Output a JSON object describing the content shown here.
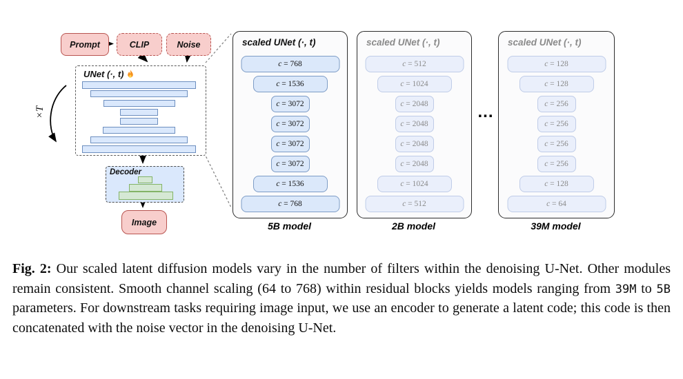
{
  "pipeline": {
    "prompt": "Prompt",
    "clip": "CLIP",
    "noise": "Noise",
    "unet_title": "UNet (·, t)",
    "repeat": "×T",
    "decoder": "Decoder",
    "image": "Image"
  },
  "ellipsis": "...",
  "panels": [
    {
      "title": "scaled UNet (·, t)",
      "label": "5B model",
      "channels": [
        "c = 768",
        "c = 1536",
        "c = 3072",
        "c = 3072",
        "c = 3072",
        "c = 3072",
        "c = 1536",
        "c = 768"
      ]
    },
    {
      "title": "scaled UNet (·, t)",
      "label": "2B model",
      "channels": [
        "c = 512",
        "c = 1024",
        "c = 2048",
        "c = 2048",
        "c = 2048",
        "c = 2048",
        "c = 1024",
        "c = 512"
      ]
    },
    {
      "title": "scaled UNet (·, t)",
      "label": "39M model",
      "channels": [
        "c = 128",
        "c = 128",
        "c = 256",
        "c = 256",
        "c = 256",
        "c = 256",
        "c = 128",
        "c = 64"
      ]
    }
  ],
  "caption": {
    "fig_label": "Fig. 2:",
    "text_before_mono1": "Our scaled latent diffusion models vary in the number of filters within the denoising U-Net. Other modules remain consistent. Smooth channel scaling (64 to 768) within residual blocks yields models ranging from",
    "mono1": "39M",
    "text_between": "to",
    "mono2": "5B",
    "text_after": "parameters. For downstream tasks requiring image input, we use an encoder to generate a latent code; this code is then concatenated with the noise vector in the denoising U-Net."
  },
  "colors": {
    "pink_fill": "#f8cecc",
    "pink_border": "#b85450",
    "blue_fill": "#dae8fc",
    "blue_border": "#6c8ebf",
    "green_fill": "#d5e8d4",
    "green_border": "#82b366",
    "panel_border": "#2b2b2b",
    "active_box_fill": "#dbe8fa",
    "active_box_border": "#7d9cc6",
    "dim_box_fill": "#eaeffb",
    "dim_box_border": "#bfcce8",
    "dim_text": "#8a8a8a"
  }
}
